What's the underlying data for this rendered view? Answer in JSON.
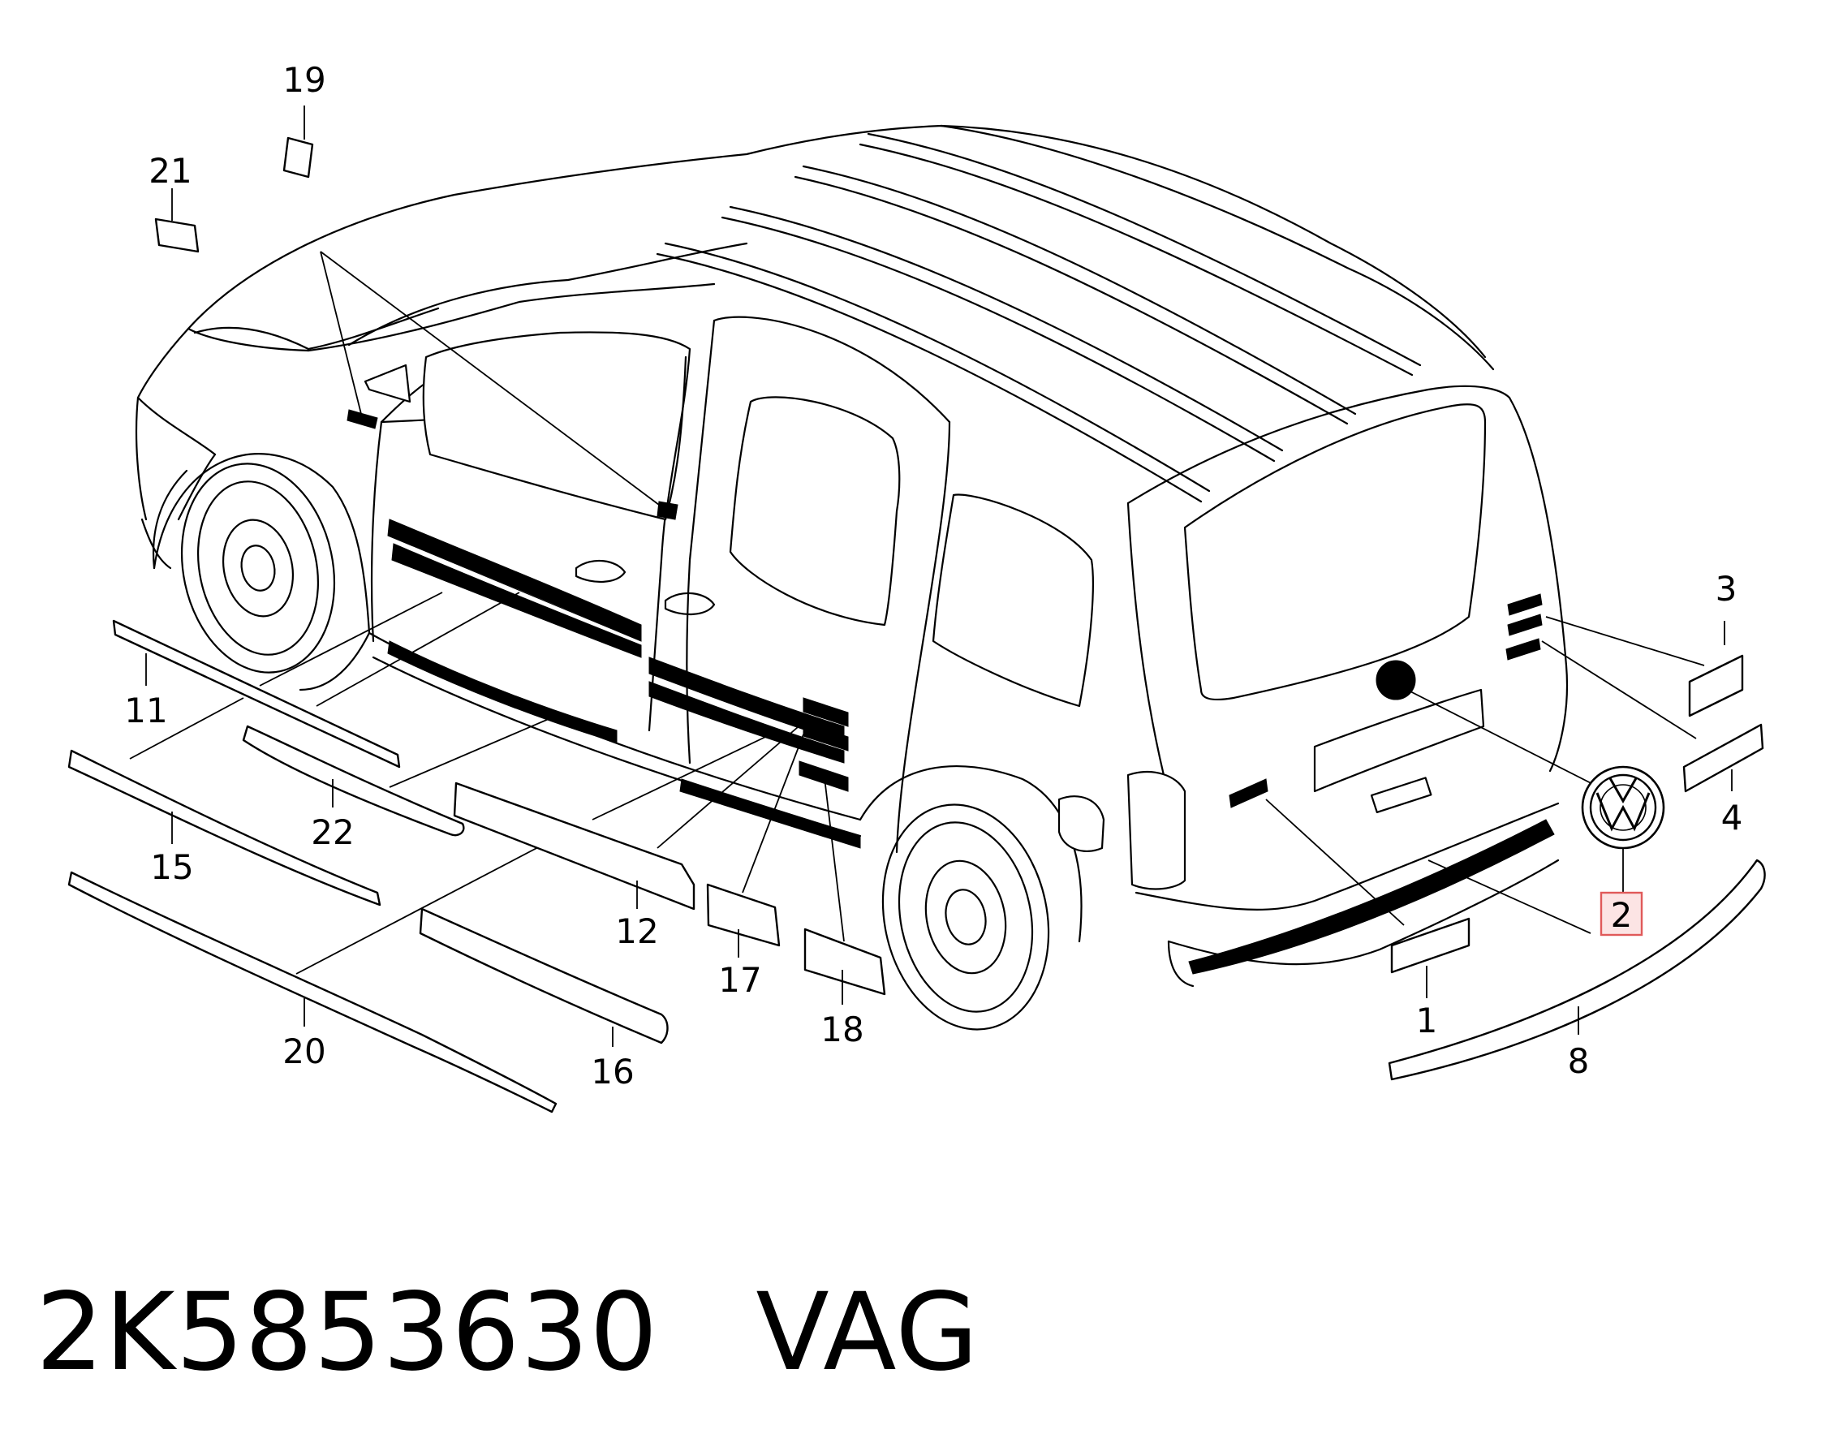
{
  "callouts": {
    "c1": "1",
    "c2": "2",
    "c3": "3",
    "c4": "4",
    "c8": "8",
    "c11": "11",
    "c12": "12",
    "c15": "15",
    "c16": "16",
    "c17": "17",
    "c18": "18",
    "c19": "19",
    "c20": "20",
    "c21": "21",
    "c22": "22"
  },
  "highlighted_callout": "2",
  "highlight_color": "#e05a5a",
  "caption": {
    "part_number": "2K5853630",
    "brand": "VAG"
  }
}
